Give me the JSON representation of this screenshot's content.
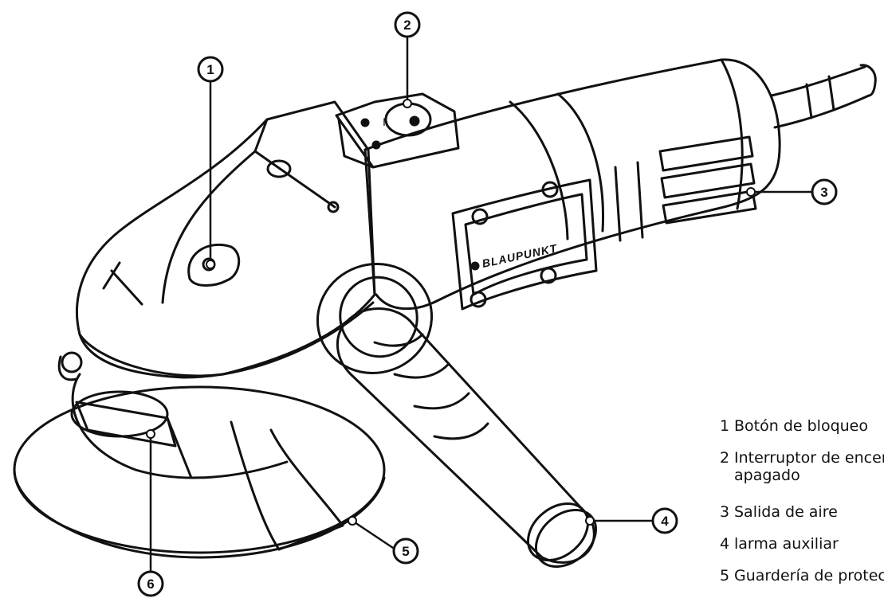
{
  "diagram": {
    "brand": "BLAUPUNKT",
    "switch_mark": "I",
    "callouts": [
      {
        "id": "1"
      },
      {
        "id": "2"
      },
      {
        "id": "3"
      },
      {
        "id": "4"
      },
      {
        "id": "5"
      },
      {
        "id": "6"
      }
    ]
  },
  "legend": {
    "items": [
      {
        "num": "1",
        "label": "Botón de bloqueo",
        "cont": ""
      },
      {
        "num": "2",
        "label": "Interruptor de encendido/",
        "cont": "apagado"
      },
      {
        "num": "3",
        "label": "Salida de aire",
        "cont": ""
      },
      {
        "num": "4",
        "label": "larma auxiliar",
        "cont": ""
      },
      {
        "num": "5",
        "label": "Guardería de protección",
        "cont": ""
      }
    ]
  }
}
